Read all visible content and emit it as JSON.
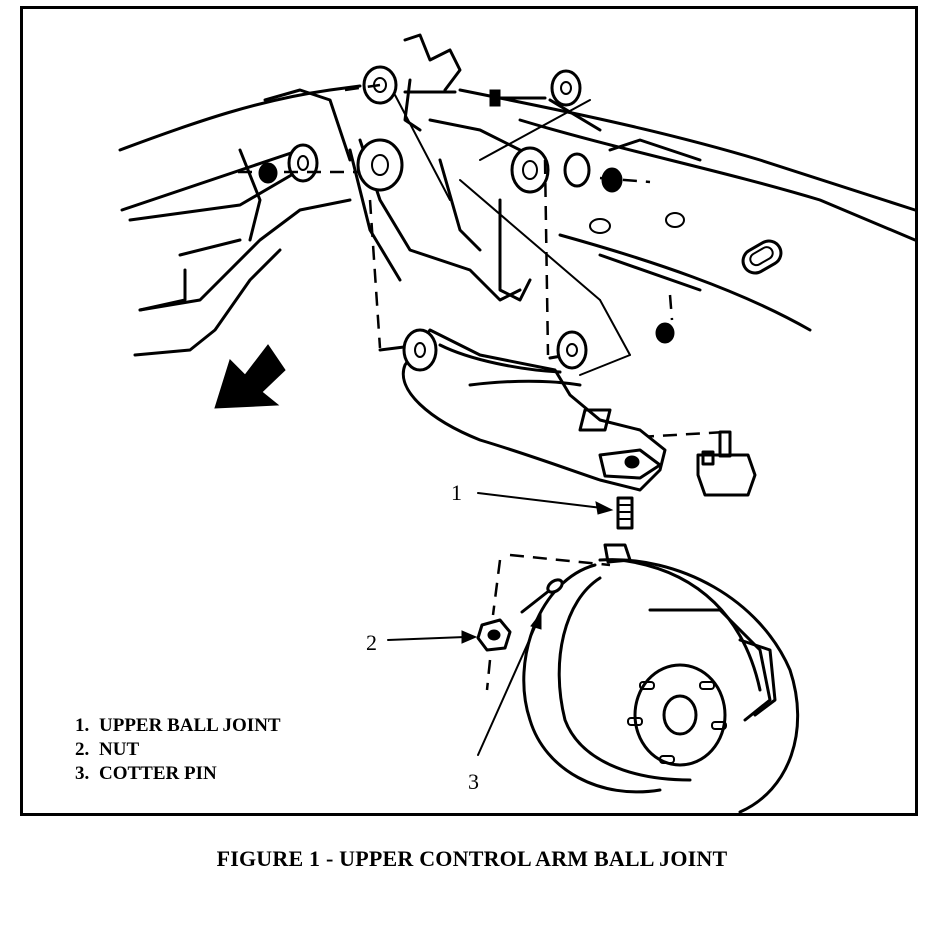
{
  "callouts": {
    "c1": "1",
    "c2": "2",
    "c3": "3"
  },
  "legend": [
    {
      "num": "1.",
      "label": "UPPER BALL JOINT"
    },
    {
      "num": "2.",
      "label": "NUT"
    },
    {
      "num": "3.",
      "label": "COTTER PIN"
    }
  ],
  "caption": "FIGURE 1 - UPPER CONTROL ARM BALL JOINT",
  "colors": {
    "ink": "#000000",
    "paper": "#ffffff"
  }
}
